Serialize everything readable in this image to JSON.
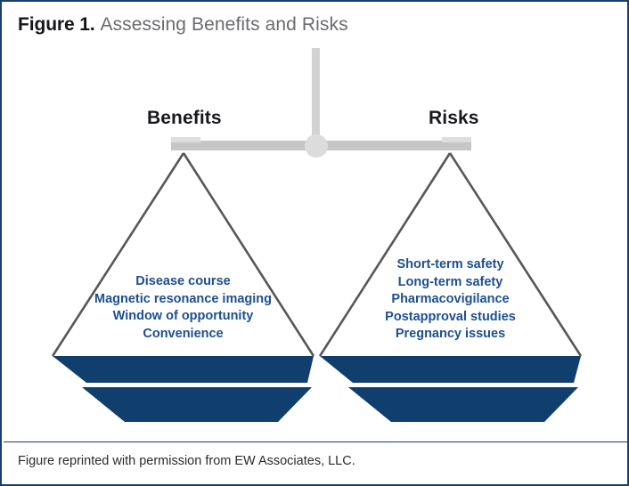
{
  "figure": {
    "title_label": "Figure 1.",
    "title_subject": "Assessing Benefits and Risks",
    "credit": "Figure reprinted with permission from EW Associates, LLC."
  },
  "colors": {
    "frame_border": "#17406d",
    "title_label": "#16161a",
    "title_subject": "#6b6b70",
    "heading": "#19191d",
    "item_text": "#1d4f91",
    "pan_fill": "#103f6e",
    "beam": "#c6c6c6",
    "beam_cap": "#d8d8d8",
    "post": "#d2d2d2",
    "pivot": "#dcdcdc",
    "pan_outline": "#575757",
    "credit": "#2b2b30"
  },
  "chart_data": {
    "type": "diagram",
    "subtype": "balance-scale",
    "title": "Assessing Benefits and Risks",
    "balanced": true,
    "pans": [
      {
        "side": "left",
        "heading": "Benefits",
        "items": [
          "Disease course",
          "Magnetic resonance imaging",
          "Window of opportunity",
          "Convenience"
        ],
        "item_count": 4,
        "fill_bands": 2
      },
      {
        "side": "right",
        "heading": "Risks",
        "items": [
          "Short-term safety",
          "Long-term safety",
          "Pharmacovigilance",
          "Postapproval studies",
          "Pregnancy issues"
        ],
        "item_count": 5,
        "fill_bands": 2
      }
    ]
  },
  "scale": {
    "left_heading": "Benefits",
    "right_heading": "Risks",
    "left_items": [
      "Disease course",
      "Magnetic resonance imaging",
      "Window of opportunity",
      "Convenience"
    ],
    "right_items": [
      "Short-term safety",
      "Long-term safety",
      "Pharmacovigilance",
      "Postapproval studies",
      "Pregnancy issues"
    ]
  }
}
